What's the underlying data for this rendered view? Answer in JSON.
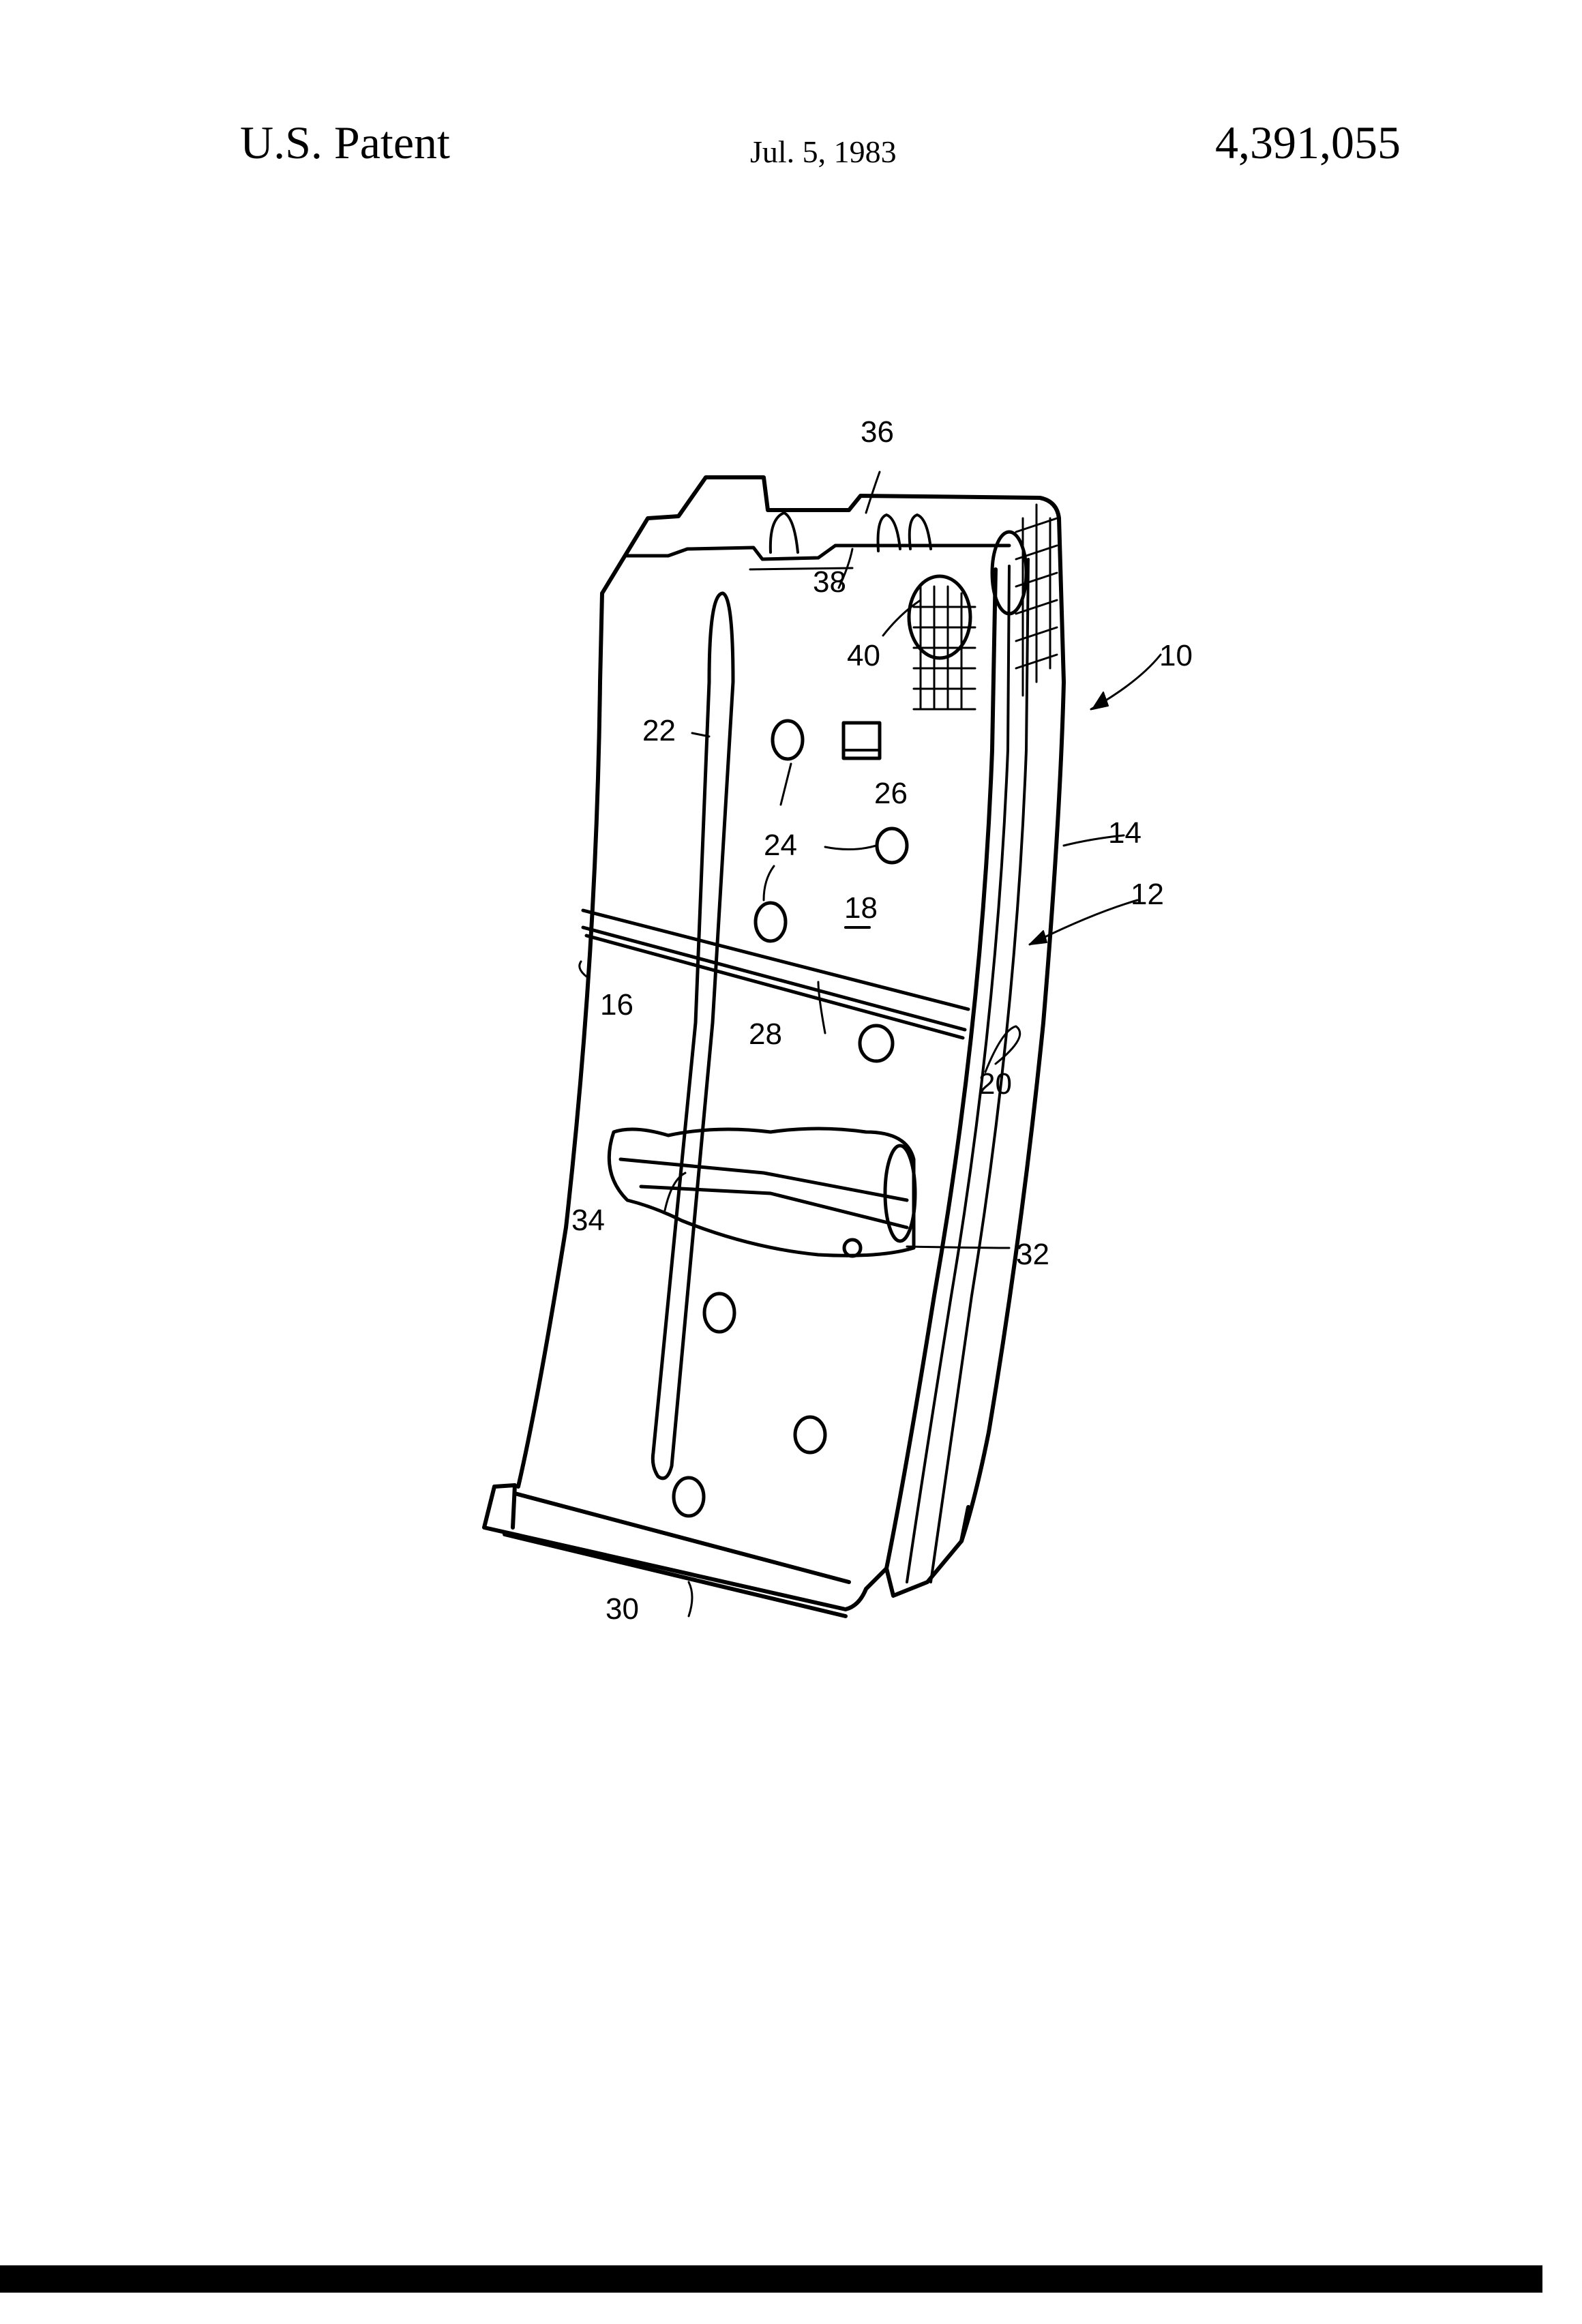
{
  "header": {
    "left": "U.S. Patent",
    "date": "Jul. 5, 1983",
    "patent_number": "4,391,055"
  },
  "figure": {
    "description": "Perspective view of magazine with tool holder",
    "reference_numerals": {
      "r10": "10",
      "r12": "12",
      "r14": "14",
      "r16": "16",
      "r18": "18",
      "r20": "20",
      "r22": "22",
      "r24": "24",
      "r26": "26",
      "r28": "28",
      "r30": "30",
      "r32": "32",
      "r34": "34",
      "r36": "36",
      "r38": "38",
      "r40": "40"
    }
  }
}
